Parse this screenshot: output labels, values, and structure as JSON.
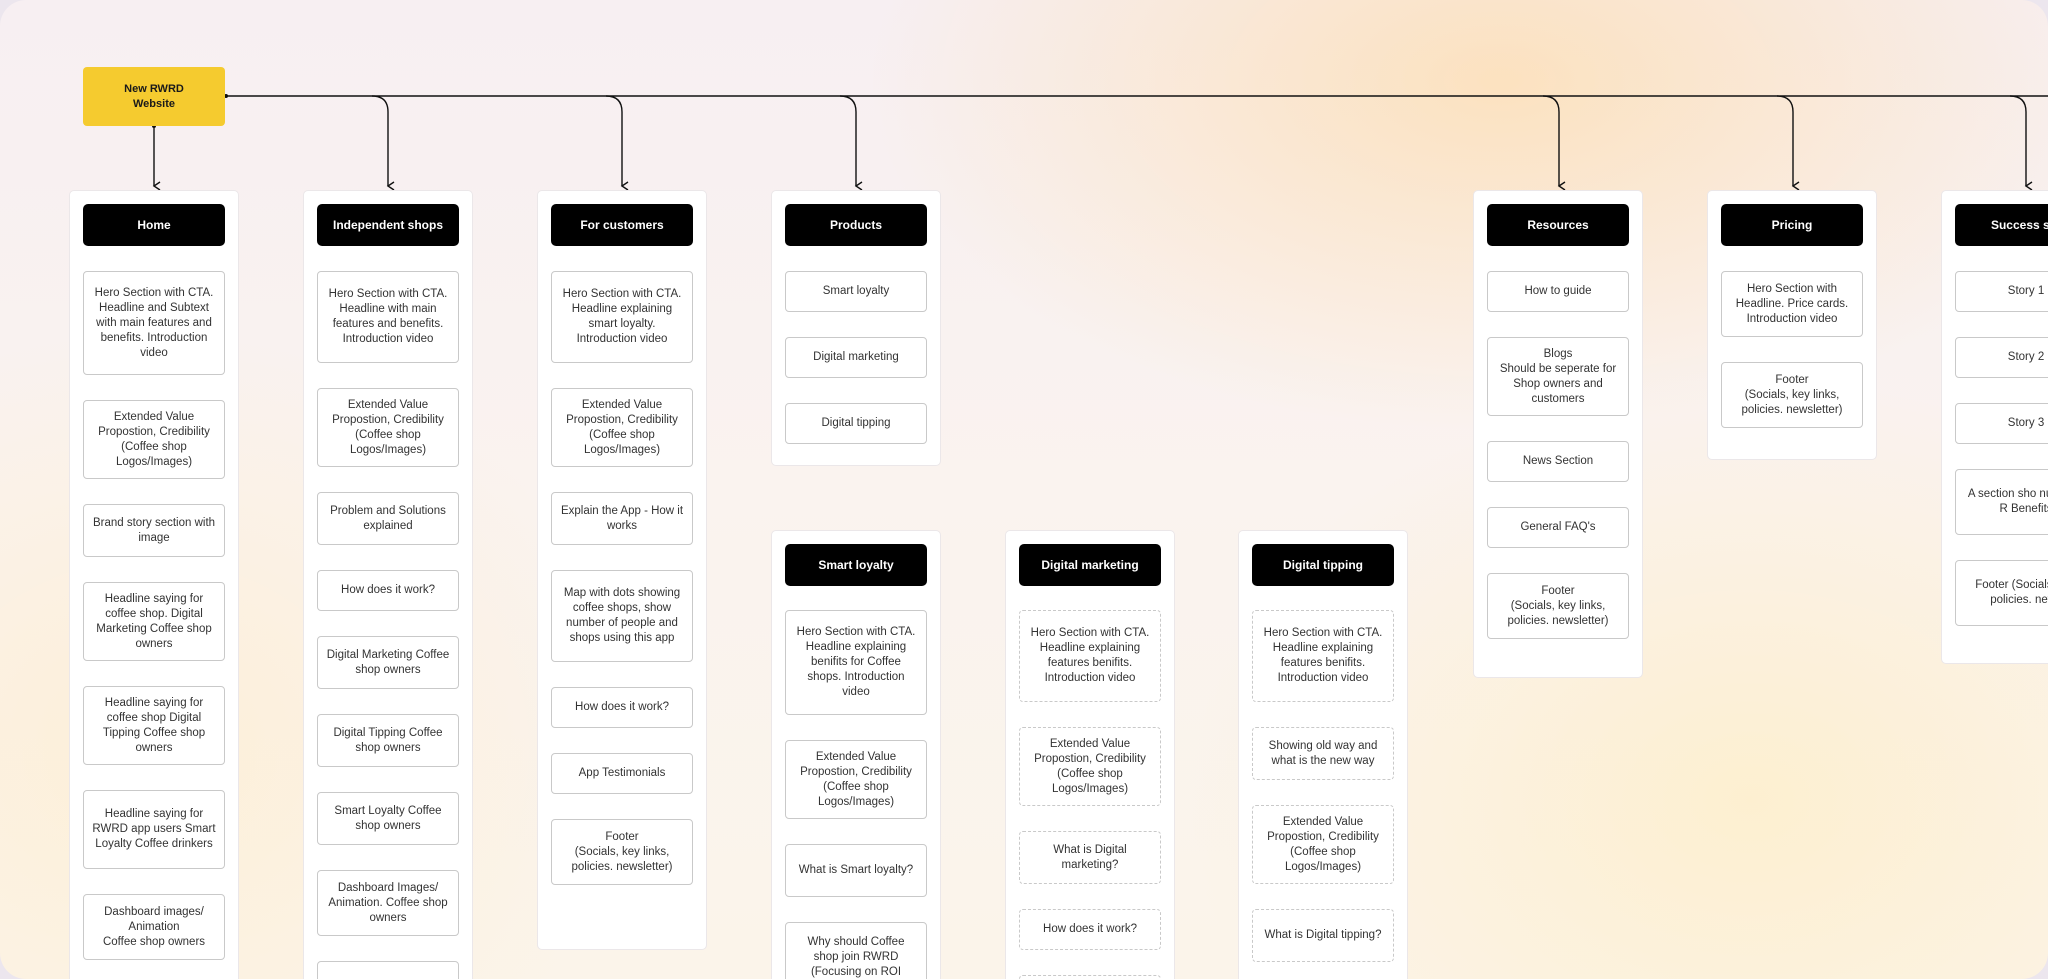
{
  "root": {
    "label": "New RWRD\nWebsite"
  },
  "columns": [
    {
      "title": "Home",
      "items": [
        "Hero Section with CTA. Headline and Subtext with main features and benefits. Introduction video",
        "Extended Value Propostion, Credibility (Coffee shop Logos/Images)",
        "Brand story section with image",
        "Headline saying for coffee shop. Digital Marketing Coffee shop owners",
        "Headline saying for coffee shop Digital Tipping Coffee shop owners",
        "Headline saying for RWRD app users Smart Loyalty Coffee drinkers",
        "Dashboard images/ Animation\nCoffee shop owners"
      ]
    },
    {
      "title": "Independent shops",
      "items": [
        "Hero Section with CTA. Headline with main features and benefits. Introduction video",
        "Extended Value Propostion, Credibility (Coffee shop Logos/Images)",
        "Problem and Solutions explained",
        "How does it work?",
        "Digital Marketing Coffee shop owners",
        "Digital Tipping Coffee shop owners",
        "Smart Loyalty Coffee shop owners",
        "Dashboard Images/ Animation. Coffee shop owners",
        ""
      ]
    },
    {
      "title": "For customers",
      "items": [
        "Hero Section with CTA. Headline explaining smart loyalty. Introduction video",
        "Extended Value Propostion, Credibility (Coffee shop Logos/Images)",
        "Explain the App - How it works",
        "Map with dots showing coffee shops, show number of people and shops using this app",
        "How does it work?",
        "App Testimonials",
        "Footer\n(Socials, key links, policies. newsletter)"
      ]
    },
    {
      "title": "Products",
      "items": [
        "Smart loyalty",
        "Digital marketing",
        "Digital tipping"
      ]
    },
    {
      "title": "Smart loyalty",
      "items": [
        "Hero Section with CTA. Headline explaining benifits for Coffee shops. Introduction video",
        "Extended Value Propostion, Credibility (Coffee shop Logos/Images)",
        "What is Smart loyalty?",
        "Why should Coffee shop join RWRD (Focusing on ROI"
      ]
    },
    {
      "title": "Digital marketing",
      "items": [
        "Hero Section with CTA. Headline explaining features benifits. Introduction video",
        "Extended Value Propostion, Credibility (Coffee shop Logos/Images)",
        "What is Digital marketing?",
        "How does it work?",
        ""
      ]
    },
    {
      "title": "Digital tipping",
      "items": [
        "Hero Section with CTA. Headline explaining features benifits. Introduction video",
        "Showing old way and what is the new way",
        "Extended Value Propostion, Credibility (Coffee shop Logos/Images)",
        "What is Digital tipping?"
      ]
    },
    {
      "title": "Resources",
      "items": [
        "How to guide",
        "Blogs\nShould be seperate for Shop owners and customers",
        "News Section",
        "General FAQ's",
        "Footer\n(Socials, key links, policies. newsletter)"
      ]
    },
    {
      "title": "Pricing",
      "items": [
        "Hero Section with Headline. Price cards. Introduction video",
        "Footer\n(Socials, key links, policies. newsletter)"
      ]
    },
    {
      "title": "Success sto",
      "items": [
        "Story 1",
        "Story 2",
        "Story 3",
        "A section sho numbers R Benefits",
        "Footer (Socials, key policies. news"
      ]
    }
  ]
}
